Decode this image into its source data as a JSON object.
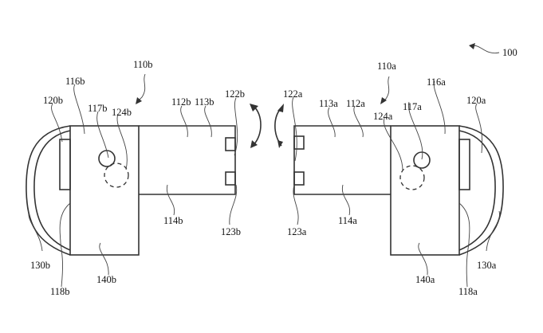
{
  "figure": {
    "type": "patent-drawing",
    "assembly_label": "100",
    "left_device": {
      "id": "110b",
      "labels": {
        "device": "110b",
        "housing_top": "116b",
        "sensor": "117b",
        "hidden_component": "124b",
        "clip_slot": "120b",
        "stem_a": "112b",
        "stem_b": "113b",
        "connector_top": "122b",
        "connector_bottom": "123b",
        "stem_body": "114b",
        "band": "130b",
        "housing_side": "118b",
        "housing_bottom": "140b"
      }
    },
    "right_device": {
      "id": "110a",
      "labels": {
        "device": "110a",
        "housing_top": "116a",
        "sensor": "117a",
        "hidden_component": "124a",
        "clip_slot": "120a",
        "stem_a": "112a",
        "stem_b": "113a",
        "connector_top": "122a",
        "connector_bottom": "123a",
        "stem_body": "114a",
        "band": "130a",
        "housing_side": "118a",
        "housing_bottom": "140a"
      }
    },
    "motion_indicators": [
      "rotation-arrow-left",
      "rotation-arrow-right"
    ]
  }
}
